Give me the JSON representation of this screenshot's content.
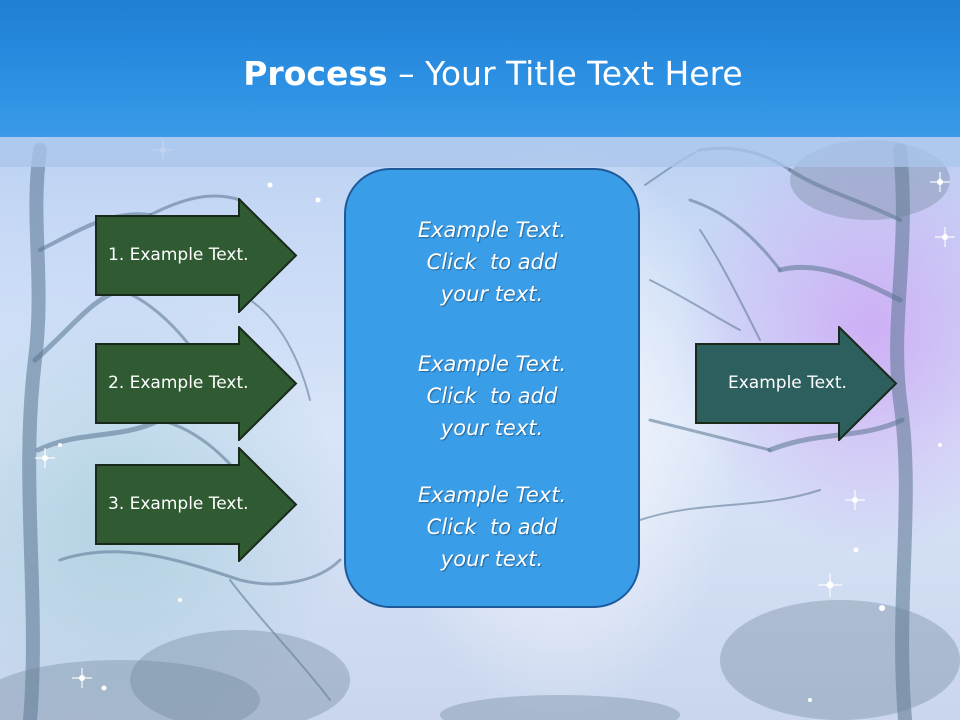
{
  "title": {
    "bold": "Process",
    "rest": " – Your Title Text Here"
  },
  "steps": [
    {
      "label": "1. Example Text."
    },
    {
      "label": "2. Example Text."
    },
    {
      "label": "3. Example Text."
    }
  ],
  "center": {
    "blocks": [
      {
        "lines": [
          "Example Text.",
          "Click  to add",
          "your text."
        ]
      },
      {
        "lines": [
          "Example Text.",
          "Click  to add",
          "your text."
        ]
      },
      {
        "lines": [
          "Example Text.",
          "Click  to add",
          "your text."
        ]
      }
    ]
  },
  "result": {
    "label": "Example Text."
  },
  "colors": {
    "header": "#2c90e3",
    "step_arrow": "#2f5a32",
    "result_arrow": "#2c5f5e",
    "center_box": "#3a9de8",
    "arrow_border": "#1a2a1a"
  }
}
